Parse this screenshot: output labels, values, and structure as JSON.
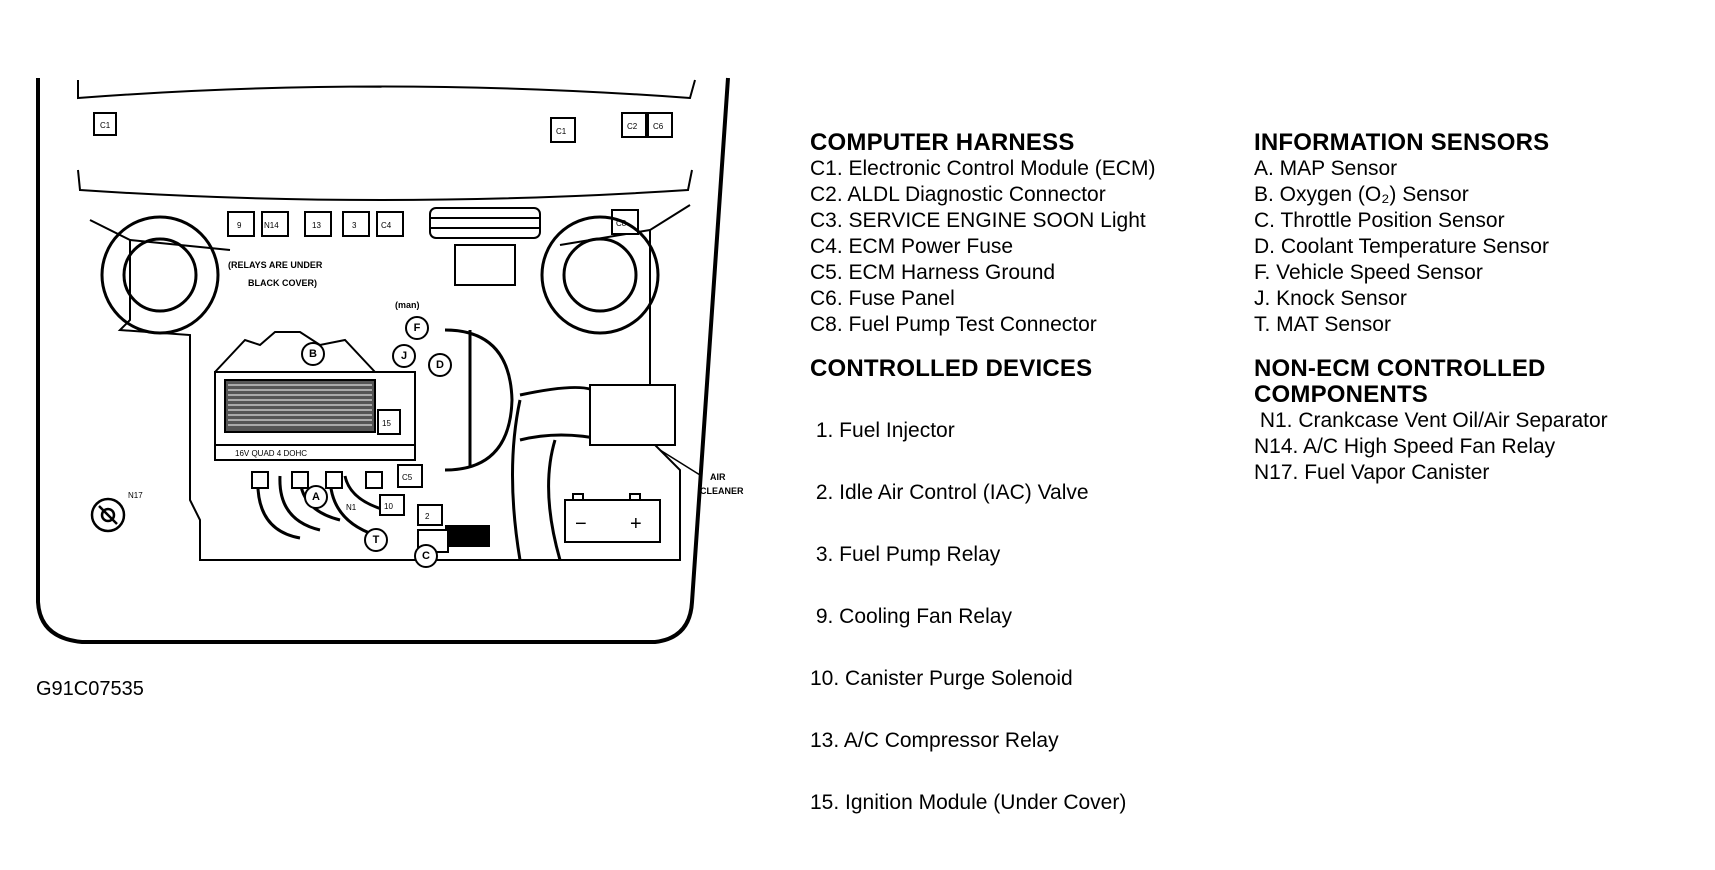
{
  "diagram": {
    "relay_note": [
      "(RELAYS ARE UNDER",
      "BLACK COVER)"
    ],
    "man_label": "(man)",
    "module_label": "16V QUAD 4 DOHC",
    "air_cleaner_label": [
      "AIR",
      "CLEANER"
    ],
    "battery_minus": "−",
    "battery_plus": "+",
    "top_connectors": [
      "C1",
      "C1",
      "C2",
      "C6"
    ],
    "relay_blocks": [
      "9",
      "N14",
      "13",
      "3",
      "C4",
      "C8"
    ],
    "sensor_letters": [
      "B",
      "F",
      "J",
      "D",
      "A",
      "T",
      "C"
    ],
    "module_tags": [
      "15",
      "C5",
      "10",
      "N1",
      "2"
    ]
  },
  "legend": {
    "computer_harness": {
      "title": "COMPUTER HARNESS",
      "items": [
        "C1. Electronic Control Module (ECM)",
        "C2. ALDL Diagnostic Connector",
        "C3. SERVICE ENGINE SOON Light",
        "C4. ECM Power Fuse",
        "C5. ECM Harness Ground",
        "C6. Fuse Panel",
        "C8. Fuel Pump Test Connector"
      ]
    },
    "controlled_devices": {
      "title": "CONTROLLED DEVICES",
      "items": [
        " 1. Fuel Injector",
        " 2. Idle Air Control (IAC) Valve",
        " 3. Fuel Pump Relay",
        " 9. Cooling Fan Relay",
        "10. Canister Purge Solenoid",
        "13. A/C Compressor Relay",
        "15. Ignition Module (Under Cover)"
      ]
    },
    "information_sensors": {
      "title": "INFORMATION SENSORS",
      "items": [
        "A. MAP Sensor",
        "B. Oxygen (O₂) Sensor",
        "C. Throttle Position Sensor",
        "D. Coolant Temperature Sensor",
        "F. Vehicle Speed Sensor",
        "J. Knock Sensor",
        "T. MAT Sensor"
      ]
    },
    "non_ecm": {
      "title_lines": [
        "NON-ECM CONTROLLED",
        "COMPONENTS"
      ],
      "items": [
        " N1. Crankcase Vent Oil/Air Separator",
        "N14. A/C High Speed Fan Relay",
        "N17. Fuel Vapor Canister"
      ]
    }
  },
  "figure_id": "G91C07535"
}
